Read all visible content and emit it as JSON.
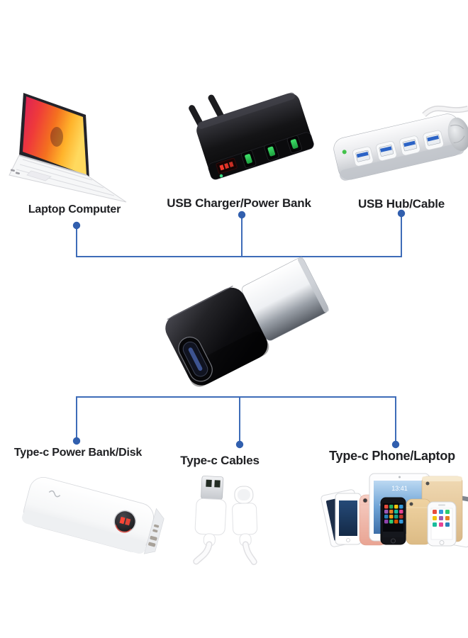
{
  "diagram": {
    "colors": {
      "background": "#ffffff",
      "connector_line": "#3e6cb8",
      "connector_dot": "#315fae",
      "label_text": "#202124",
      "usb3_port_blue": "#2b63c6",
      "charger_port_green": "#2fd457",
      "charger_display_red": "#f5392c"
    },
    "center_item": {
      "icon": "usb-c-to-usb-a-adapter-image"
    },
    "top_items": [
      {
        "label": "Laptop Computer",
        "icon": "laptop-image"
      },
      {
        "label": "USB Charger/Power Bank",
        "icon": "usb-wall-charger-image"
      },
      {
        "label": "USB Hub/Cable",
        "icon": "usb-hub-image"
      }
    ],
    "bottom_items": [
      {
        "label": "Type-c Power Bank/Disk",
        "icon": "power-bank-image"
      },
      {
        "label": "Type-c Cables",
        "icon": "usb-cables-image"
      },
      {
        "label": "Type-c Phone/Laptop",
        "icon": "phones-and-tablets-image"
      }
    ],
    "device_screen_clock": "13:41"
  }
}
